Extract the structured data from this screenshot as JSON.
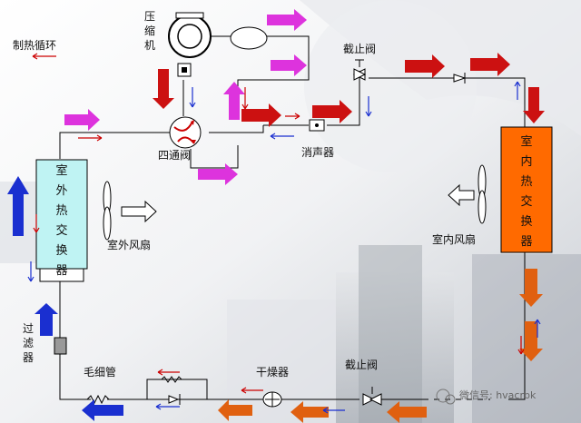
{
  "diagram": {
    "mode_label": "制热循环",
    "compressor_label": "压\n缩\n机",
    "four_way_valve_label": "四通阀",
    "muffler_label": "消声器",
    "stop_valve_top_label": "截止阀",
    "stop_valve_bottom_label": "截止阀",
    "outdoor_hx_label": "室\n外\n热\n交\n换\n器",
    "indoor_hx_label": "室\n内\n热\n交\n换\n器",
    "outdoor_fan_label": "室外风扇",
    "indoor_fan_label": "室内风扇",
    "filter_label": "过\n滤\n器",
    "capillary_label": "毛细管",
    "dryer_label": "干燥器",
    "watermark": "微信号: hvacrbk"
  },
  "colors": {
    "hot_gas": "#cc1111",
    "discharge": "#dd33dd",
    "condensed": "#e06010",
    "cold": "#1a2fd0",
    "outdoor_hx": "#bff3f3",
    "indoor_hx": "#ff6a00",
    "pipe": "#000000"
  },
  "icons": [
    "compressor-icon",
    "four-way-valve-icon",
    "stop-valve-icon",
    "fan-icon",
    "capillary-icon",
    "dryer-icon",
    "filter-icon",
    "check-valve-icon"
  ]
}
